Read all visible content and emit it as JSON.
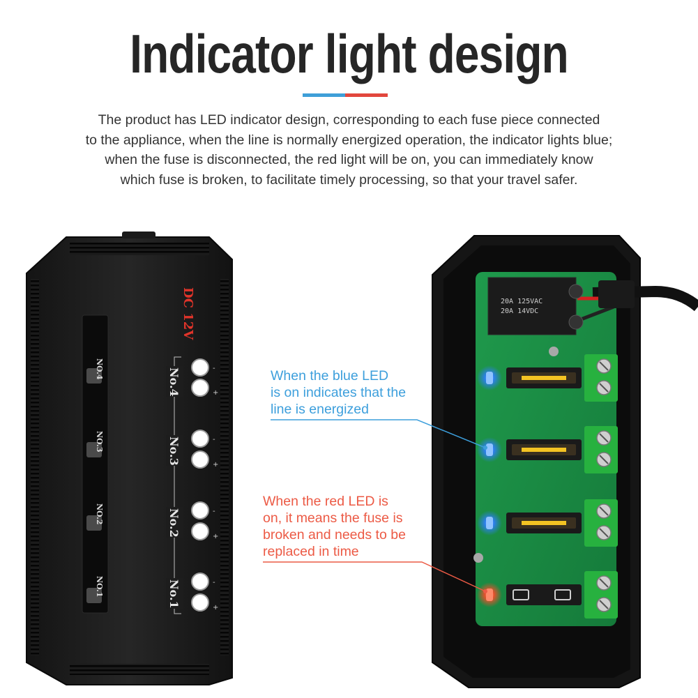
{
  "header": {
    "title": "Indicator light design",
    "accent_colors": {
      "left": "#3f9fd8",
      "right": "#e2473d"
    }
  },
  "description": {
    "lines": [
      "The product has LED indicator design, corresponding to each fuse piece connected",
      "to the appliance, when the line is normally energized operation, the indicator lights blue;",
      "when the fuse is disconnected, the red light will be on, you can immediately know",
      "which fuse is broken, to facilitate timely processing, so that your travel safer."
    ]
  },
  "left_device": {
    "rating": "DC 12V",
    "window_labels": [
      "NO.4",
      "NO.3",
      "NO.2",
      "NO.1"
    ],
    "terminals": [
      {
        "label": "No.4",
        "minus": "-",
        "plus": "+"
      },
      {
        "label": "No.3",
        "minus": "-",
        "plus": "+"
      },
      {
        "label": "No.2",
        "minus": "-",
        "plus": "+"
      },
      {
        "label": "No.1",
        "minus": "-",
        "plus": "+"
      }
    ]
  },
  "right_device": {
    "relay_lines": [
      "20A  125VAC",
      "20A   14VDC"
    ],
    "led_colors": [
      "blue",
      "blue",
      "blue",
      "red"
    ],
    "fuse_states": [
      "ok",
      "ok",
      "ok",
      "broken"
    ]
  },
  "callouts": {
    "blue": {
      "lines": [
        "When the blue LED",
        "is on indicates that the",
        "line is energized"
      ],
      "color": "#3d9fdc"
    },
    "red": {
      "lines": [
        "When the red LED is",
        "on, it means the fuse is",
        "broken and needs to be",
        "replaced in time"
      ],
      "color": "#ec5a45"
    }
  }
}
